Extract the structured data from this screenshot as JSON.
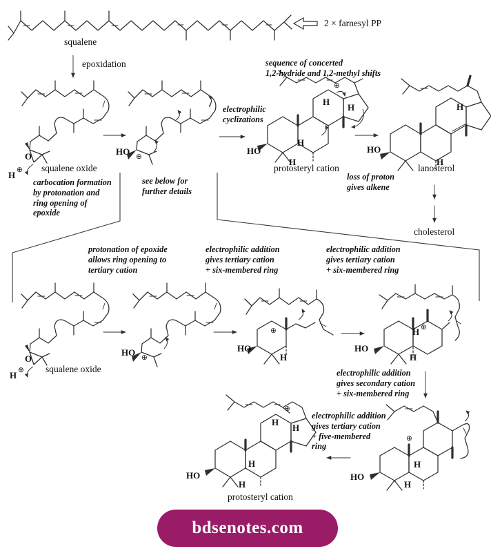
{
  "top": {
    "squalene_label": "squalene",
    "farnesyl_label": "2 × farnesyl PP",
    "epoxidation_label": "epoxidation"
  },
  "annotations": {
    "shifts": "sequence of concerted\n1,2-hydride and 1,2-methyl shifts",
    "electrophilic_cyclizations": "electrophilic\ncyclizations",
    "see_below": "see below for\nfurther details",
    "carbocation_formation": "carbocation formation\nby protonation and\nring opening of\nepoxide",
    "loss_of_proton": "loss of proton\ngives alkene",
    "protonation_of_epoxide": "protonation of epoxide\nallows ring opening to\ntertiary cation",
    "ea_tertiary_six_1": "electrophilic addition\ngives tertiary cation\n+ six-membered ring",
    "ea_tertiary_six_2": "electrophilic addition\ngives tertiary cation\n+ six-membered ring",
    "ea_secondary_six": "electrophilic addition\ngives secondary cation\n+ six-membered ring",
    "ea_tertiary_five": "electrophilic addition\ngives tertiary cation\n+ five-membered\nring"
  },
  "compounds": {
    "squalene_oxide_1": "squalene oxide",
    "squalene_oxide_2": "squalene oxide",
    "protosteryl_cation_top": "protosteryl cation",
    "lanosterol": "lanosterol",
    "cholesterol": "cholesterol",
    "protosteryl_cation_bottom": "protosteryl cation"
  },
  "glyphs": {
    "ho": "HO",
    "h": "H",
    "o": "O",
    "plus": "⊕"
  },
  "banner": {
    "text": "bdsenotes.com"
  },
  "colors": {
    "banner_bg": "#9a1b66",
    "banner_fg": "#ffffff",
    "line": "#2e2e2e"
  }
}
